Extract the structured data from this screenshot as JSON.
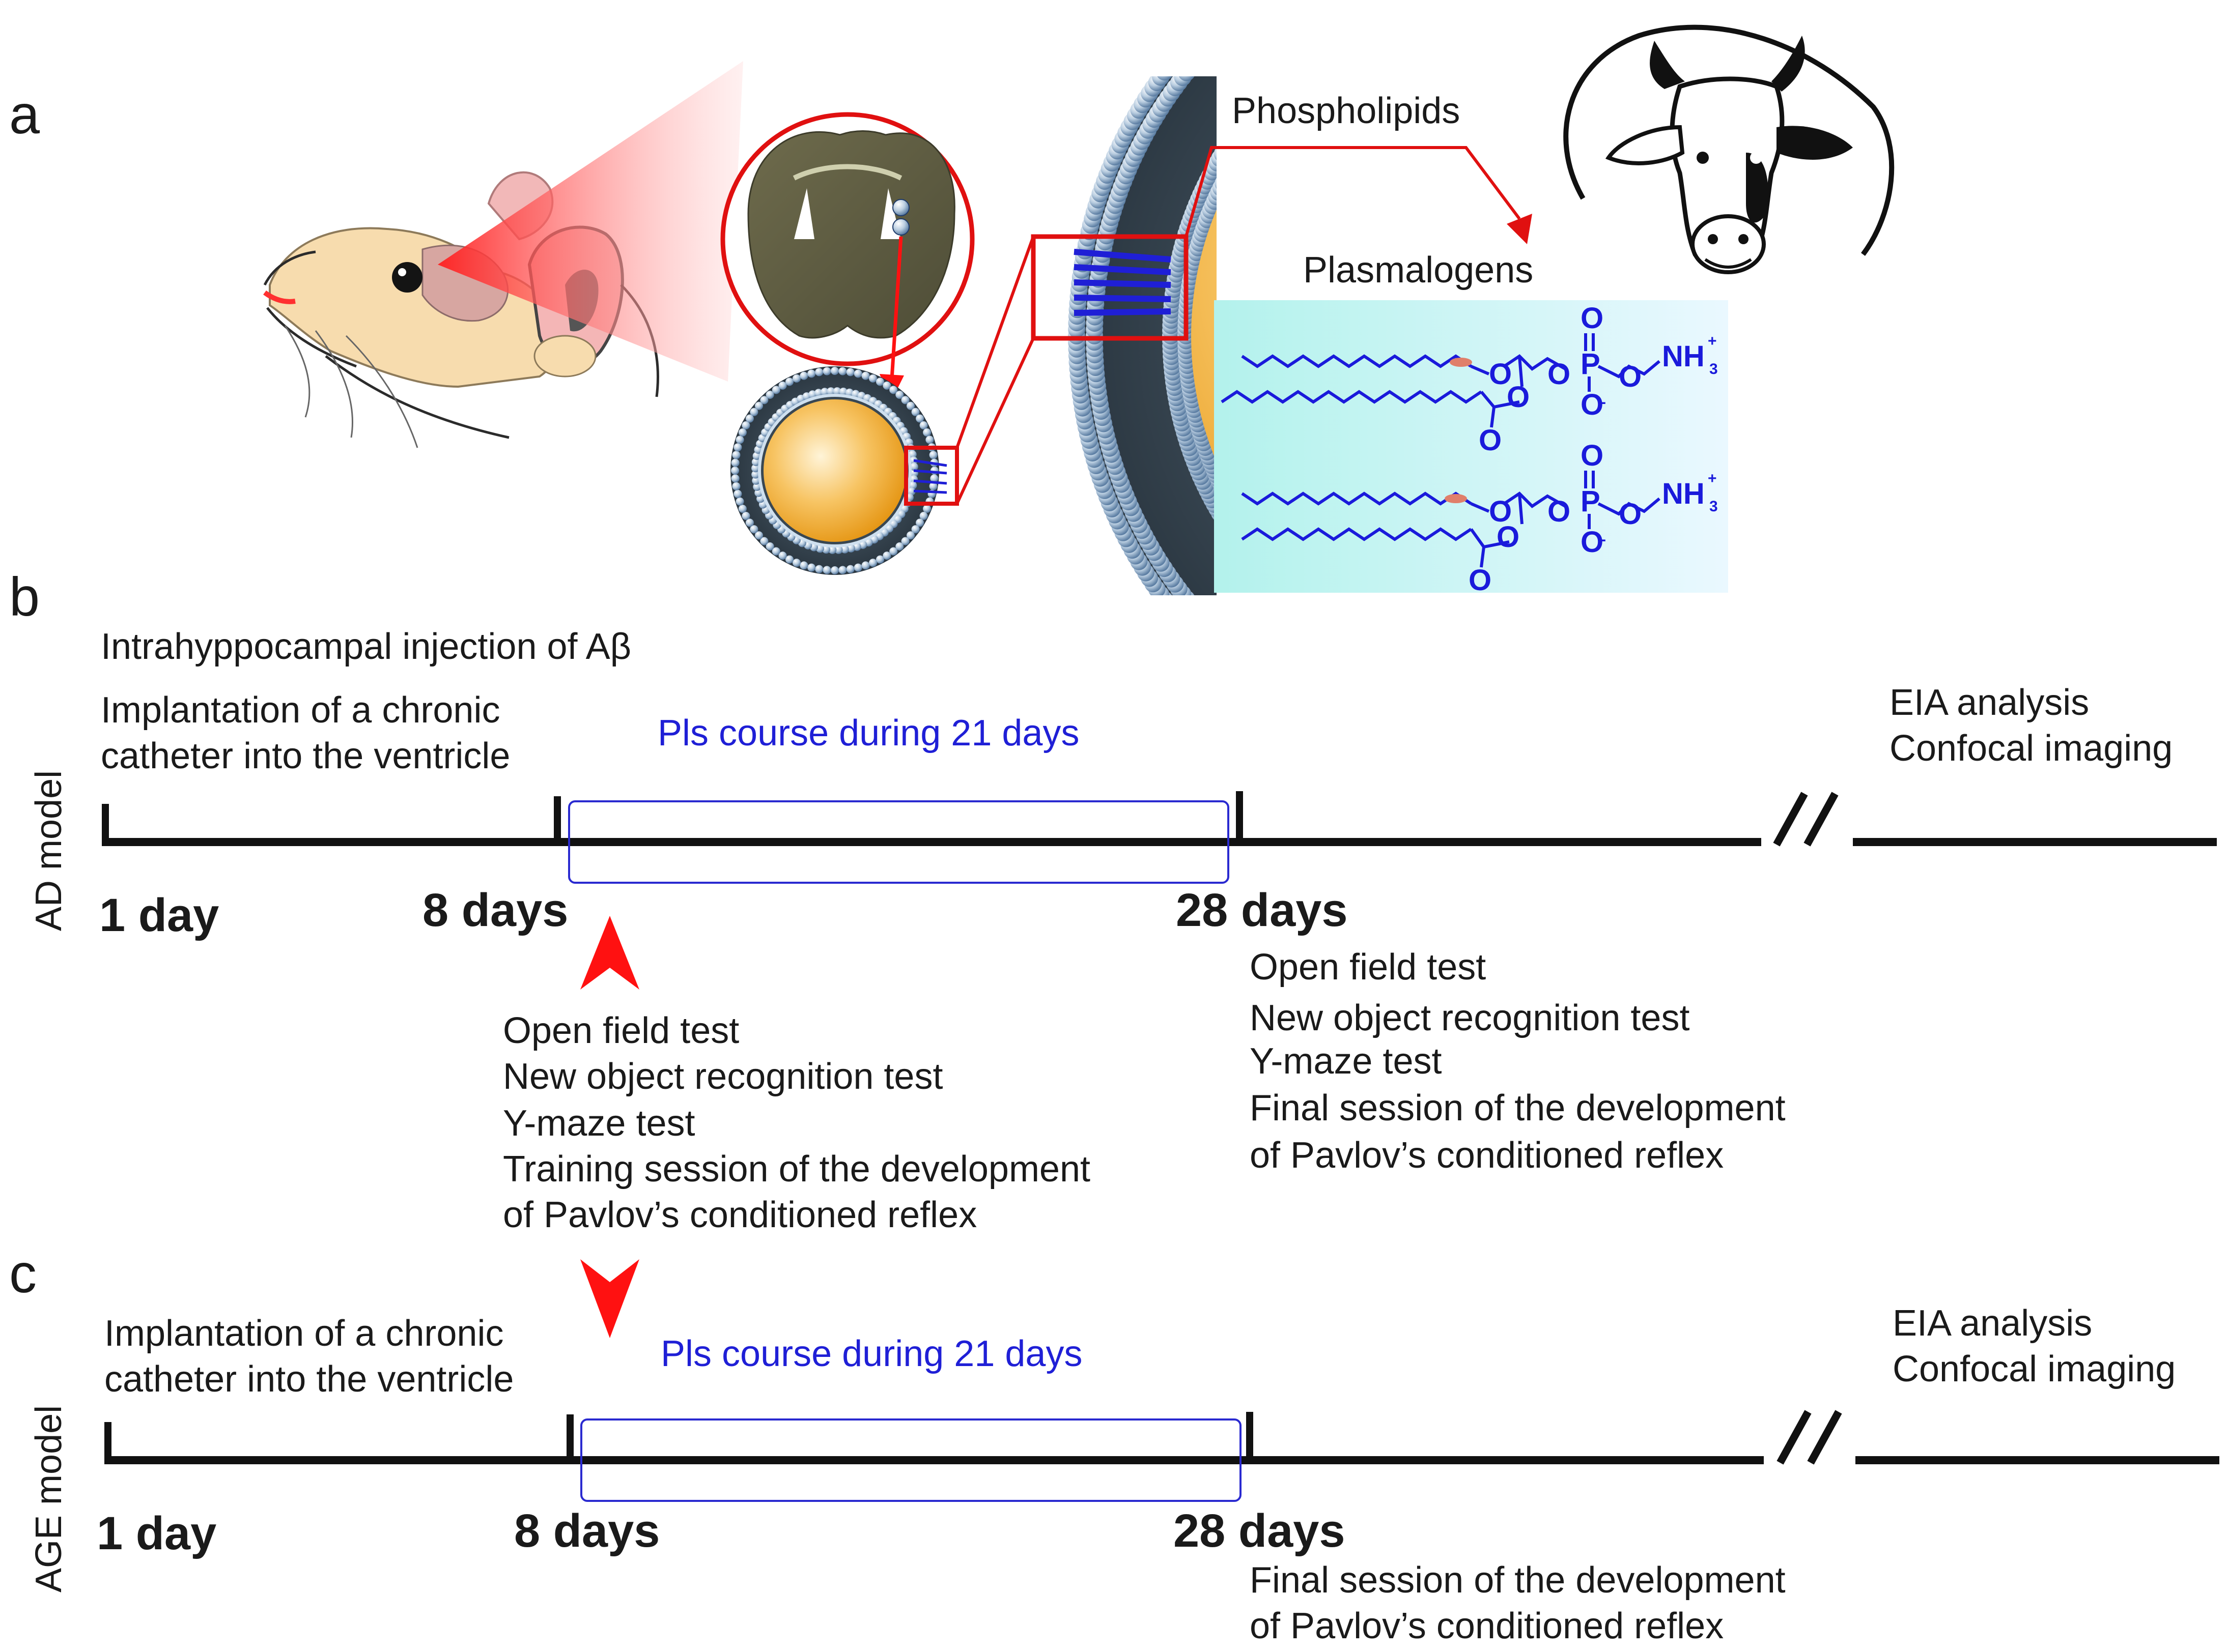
{
  "panels": {
    "a": {
      "label": "a",
      "phospholipids": "Phospholipids",
      "plasmalogens": "Plasmalogens"
    },
    "b": {
      "label": "b",
      "model": "AD model",
      "intro_1": "Intrahyppocampal injection of Aβ",
      "intro_2a": "Implantation of a chronic",
      "intro_2b": "catheter into the ventricle",
      "course": "Pls course during 21 days",
      "end_1": "EIA analysis",
      "end_2": "Confocal imaging",
      "day1": "1 day",
      "day8": "8 days",
      "day28": "28 days",
      "tests8": [
        "Open field test",
        "New object recognition test",
        "Y-maze test",
        "Training session of the development",
        "of Pavlov’s conditioned reflex"
      ],
      "tests28": [
        "Open field test",
        "New object recognition test",
        "Y-maze test",
        "Final session of the development",
        "of Pavlov’s conditioned reflex"
      ]
    },
    "c": {
      "label": "c",
      "model": "AGE model",
      "intro_a": "Implantation of a chronic",
      "intro_b": "catheter into the ventricle",
      "course": "Pls course during 21 days",
      "end_1": "EIA analysis",
      "end_2": "Confocal imaging",
      "day1": "1 day",
      "day8": "8 days",
      "day28": "28 days",
      "final_1": "Final session of the development",
      "final_2": "of Pavlov’s conditioned reflex"
    }
  },
  "chem": {
    "O": "O",
    "P": "P",
    "NH": "NH",
    "sub": "3",
    "sup": "+",
    "minus": "-"
  },
  "colors": {
    "accent_blue": "#1f1fd6",
    "arrow_red": "#ff1111",
    "box_red": "#e01010",
    "line": "#111111"
  }
}
